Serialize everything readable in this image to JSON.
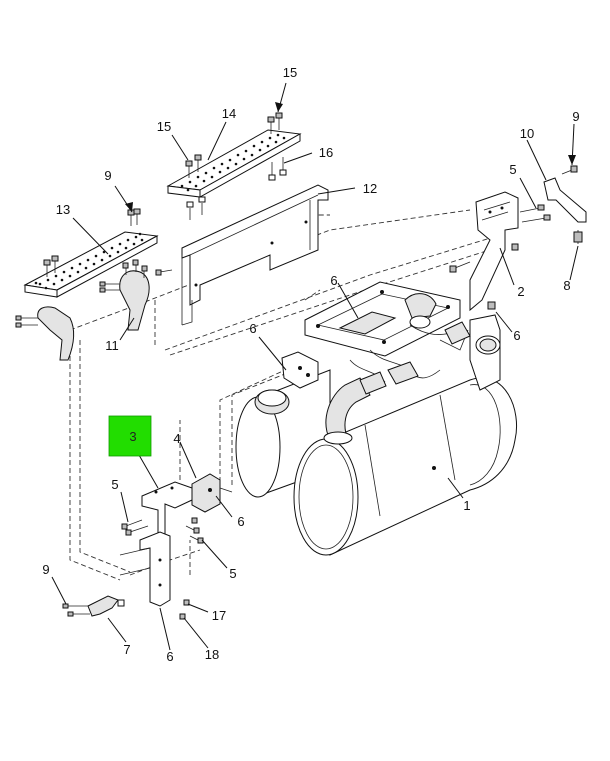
{
  "highlight": {
    "label": "3",
    "color": "#22dd00"
  },
  "callouts": {
    "c1": "1",
    "c2": "2",
    "c3": "3",
    "c4": "4",
    "c5a": "5",
    "c5b": "5",
    "c5c": "5",
    "c6a": "6",
    "c6b": "6",
    "c6c": "6",
    "c6d": "6",
    "c6e": "6",
    "c7": "7",
    "c8": "8",
    "c9a": "9",
    "c9b": "9",
    "c9c": "9",
    "c10": "10",
    "c11": "11",
    "c12": "12",
    "c13": "13",
    "c14": "14",
    "c15a": "15",
    "c15b": "15",
    "c16": "16",
    "c17": "17",
    "c18": "18"
  }
}
